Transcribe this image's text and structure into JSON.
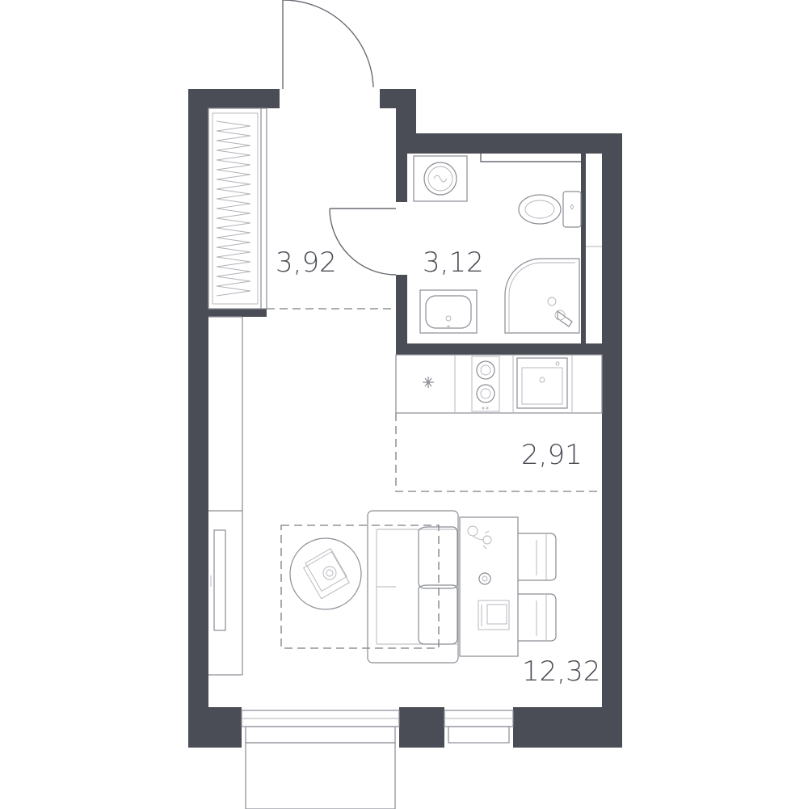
{
  "colors": {
    "wall": "#4a4d55",
    "line": "#8a8d94",
    "background": "#ffffff"
  },
  "rooms": [
    {
      "id": "hallway",
      "area": "3,92"
    },
    {
      "id": "bathroom",
      "area": "3,12"
    },
    {
      "id": "kitchen",
      "area": "2,91"
    },
    {
      "id": "living",
      "area": "12,32"
    }
  ],
  "icons": [
    "wardrobe-icon",
    "washing-machine-icon",
    "toilet-icon",
    "shower-icon",
    "sink-icon",
    "cooktop-icon",
    "kitchen-sink-icon",
    "sofa-icon",
    "coffee-table-icon",
    "dining-table-icon",
    "chair-icon",
    "tv-icon",
    "door-icon",
    "window-icon"
  ]
}
